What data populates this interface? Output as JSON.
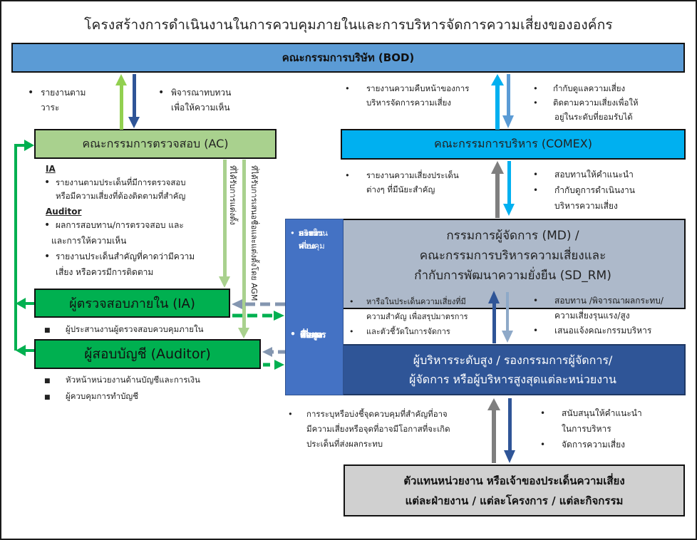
{
  "title": "โครงสร้างการดำเนินงานในการควบคุมภายในและการบริหารจัดการความเสี่ยงขององค์กร",
  "boxes": {
    "bod": "คณะกรรมการบริษัท (BOD)",
    "ac": "คณะกรรมการตรวจสอบ (AC)",
    "comex": "คณะกรรมการบริหาร (COMEX)",
    "ia": "ผู้ตรวจสอบภายใน (IA)",
    "auditor": "ผู้สอบบัญชี (Auditor)",
    "md_line1": "กรรมการผู้จัดการ (MD) /",
    "md_line2": "คณะกรรมการบริหารความเสี่ยงและ",
    "md_line3": "กำกับการพัฒนาความยั่งยืน (SD_RM)",
    "senior_line1": "ผู้บริหารระดับสูง / รองกรรมการผู้จัดการ/",
    "senior_line2": "ผู้จัดการ หรือผู้บริหารสูงสุดแต่ละหน่วยงาน",
    "owner_line1": "ตัวแทนหน่วยงาน หรือเจ้าของประเด็นความเสี่ยง",
    "owner_line2": "แต่ละฝ่ายงาน / แต่ละโครงการ / แต่ละกิจกรรม"
  },
  "bod_ac": {
    "up": [
      "รายงานตาม",
      "วาระ"
    ],
    "down": [
      "พิจารณาทบทวน",
      "เพื่อให้ความเห็น"
    ]
  },
  "bod_comex": {
    "up": [
      "รายงานความคืบหน้าของการ",
      "บริหารจัดการความเสี่ยง"
    ],
    "down": [
      "กำกับดูแลความเสี่ยง",
      "ติดตามความเสี่ยงเพื่อให้",
      "อยู่ในระดับที่ยอมรับได้"
    ]
  },
  "ac_notes": {
    "ia_header": "IA",
    "ia_items": [
      "รายงานตามประเด็นที่มีการตรวจสอบ",
      "หรือมีความเสี่ยงที่ต้องติดตามที่สำคัญ"
    ],
    "auditor_header": "Auditor",
    "auditor_items": [
      "ผลการสอบทาน/การตรวจสอบ และ",
      "และการให้ความเห็น",
      "รายงานประเด็นสำคัญที่คาดว่ามีความ",
      "เสี่ยง หรือควรมีการติดตาม"
    ]
  },
  "vertical_labels": {
    "ia_appointed": "ที่ได้รับการแต่งตั้ง",
    "auditor_appointed": "ที่ได้รับการเสนอชื่อและแต่งตั้งโดย AGM"
  },
  "ia_note": "ผู้ประสานงานผู้ตรวจสอบควบคุมภายใน",
  "auditor_notes": [
    "หัวหน้าหน่วยงานด้านบัญชีและการเงิน",
    "ผู้ควบคุมการทำบัญชี"
  ],
  "comex_md": {
    "up": [
      "รายงานความเสี่ยงประเด็น",
      "ต่างๆ ที่มีนัยะสำคัญ"
    ],
    "down": [
      "สอบทานให้คำแนะนำ",
      "กำกับดูการดำเนินงาน",
      "บริหารความเสี่ยง"
    ]
  },
  "side_panel": {
    "item1": [
      "สอบทาน",
      "กระบวน",
      "การควบคุม",
      "ภายในและ",
      "บริหาร",
      "ความเสี่ยง"
    ],
    "item2": [
      "สื่อสาร",
      "ข้อมูล",
      "ความ",
      "เสี่ยง"
    ]
  },
  "md_senior": {
    "up": [
      "หารือในประเด็นความเสี่ยงที่มี",
      "ความสำคัญ เพื่อสรุปมาตรการ",
      "และตัวชี้วัดในการจัดการ"
    ],
    "down": [
      "สอบทาน /พิจารณาผลกระทบ/",
      "ความเสี่ยงรุนแรง/สูง",
      "เสนอแจ้งคณะกรรมบริหาร"
    ]
  },
  "senior_owner": {
    "up": [
      "การระบุหรือบ่งชี้จุดควบคุมที่สำคัญที่อาจ",
      "มีความเสี่ยงหรือจุดที่อาจมีโอกาสที่จะเกิด",
      "ประเด็นที่ส่งผลกระทบ"
    ],
    "down": [
      "สนับสนุนให้คำแนะนำ",
      "ในการบริหาร",
      "จัดการความเสี่ยง"
    ]
  },
  "colors": {
    "bod": "#5b9bd5",
    "ac": "#a9d18e",
    "comex": "#00b0f0",
    "ia_auditor": "#00b050",
    "md": "#adb9ca",
    "senior": "#2f5597",
    "owner": "#d0d0d0",
    "side": "#4472c4"
  }
}
